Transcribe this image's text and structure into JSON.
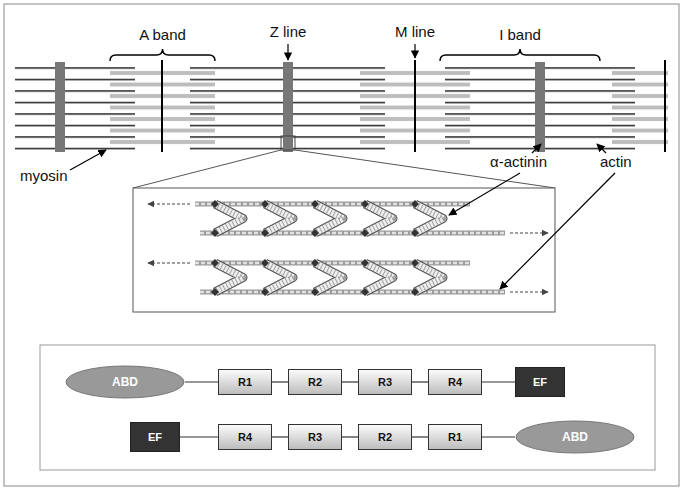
{
  "diagram": {
    "nodes": [
      {
        "text": [
          "ABD"
        ]
      },
      {
        "text": [
          "R1"
        ]
      },
      {
        "text": [
          "R2"
        ]
      },
      {
        "text": [
          "R3"
        ]
      },
      {
        "text": [
          "R4"
        ]
      },
      {
        "text": [
          "EF"
        ]
      },
      {
        "text": [
          "EF"
        ]
      },
      {
        "text": [
          "R4"
        ]
      },
      {
        "text": [
          "R3"
        ]
      },
      {
        "text": [
          "R2"
        ]
      },
      {
        "text": [
          "R1"
        ]
      },
      {
        "text": [
          "ABD"
        ]
      }
    ],
    "edges": [
      {
        "from": 0,
        "to": 1,
        "arrow": "none"
      },
      {
        "from": 1,
        "to": 2,
        "arrow": "none"
      },
      {
        "from": 2,
        "to": 3,
        "arrow": "none"
      },
      {
        "from": 3,
        "to": 4,
        "arrow": "none"
      },
      {
        "from": 4,
        "to": 5,
        "arrow": "none"
      },
      {
        "from": 6,
        "to": 7,
        "arrow": "none"
      },
      {
        "from": 7,
        "to": 8,
        "arrow": "none"
      },
      {
        "from": 8,
        "to": 9,
        "arrow": "none"
      },
      {
        "from": 9,
        "to": 10,
        "arrow": "none"
      },
      {
        "from": 10,
        "to": 11,
        "arrow": "none"
      }
    ],
    "labels": [
      "A band",
      "Z line",
      "M line",
      "I band",
      "myosin",
      "α-actinin",
      "actin"
    ]
  }
}
